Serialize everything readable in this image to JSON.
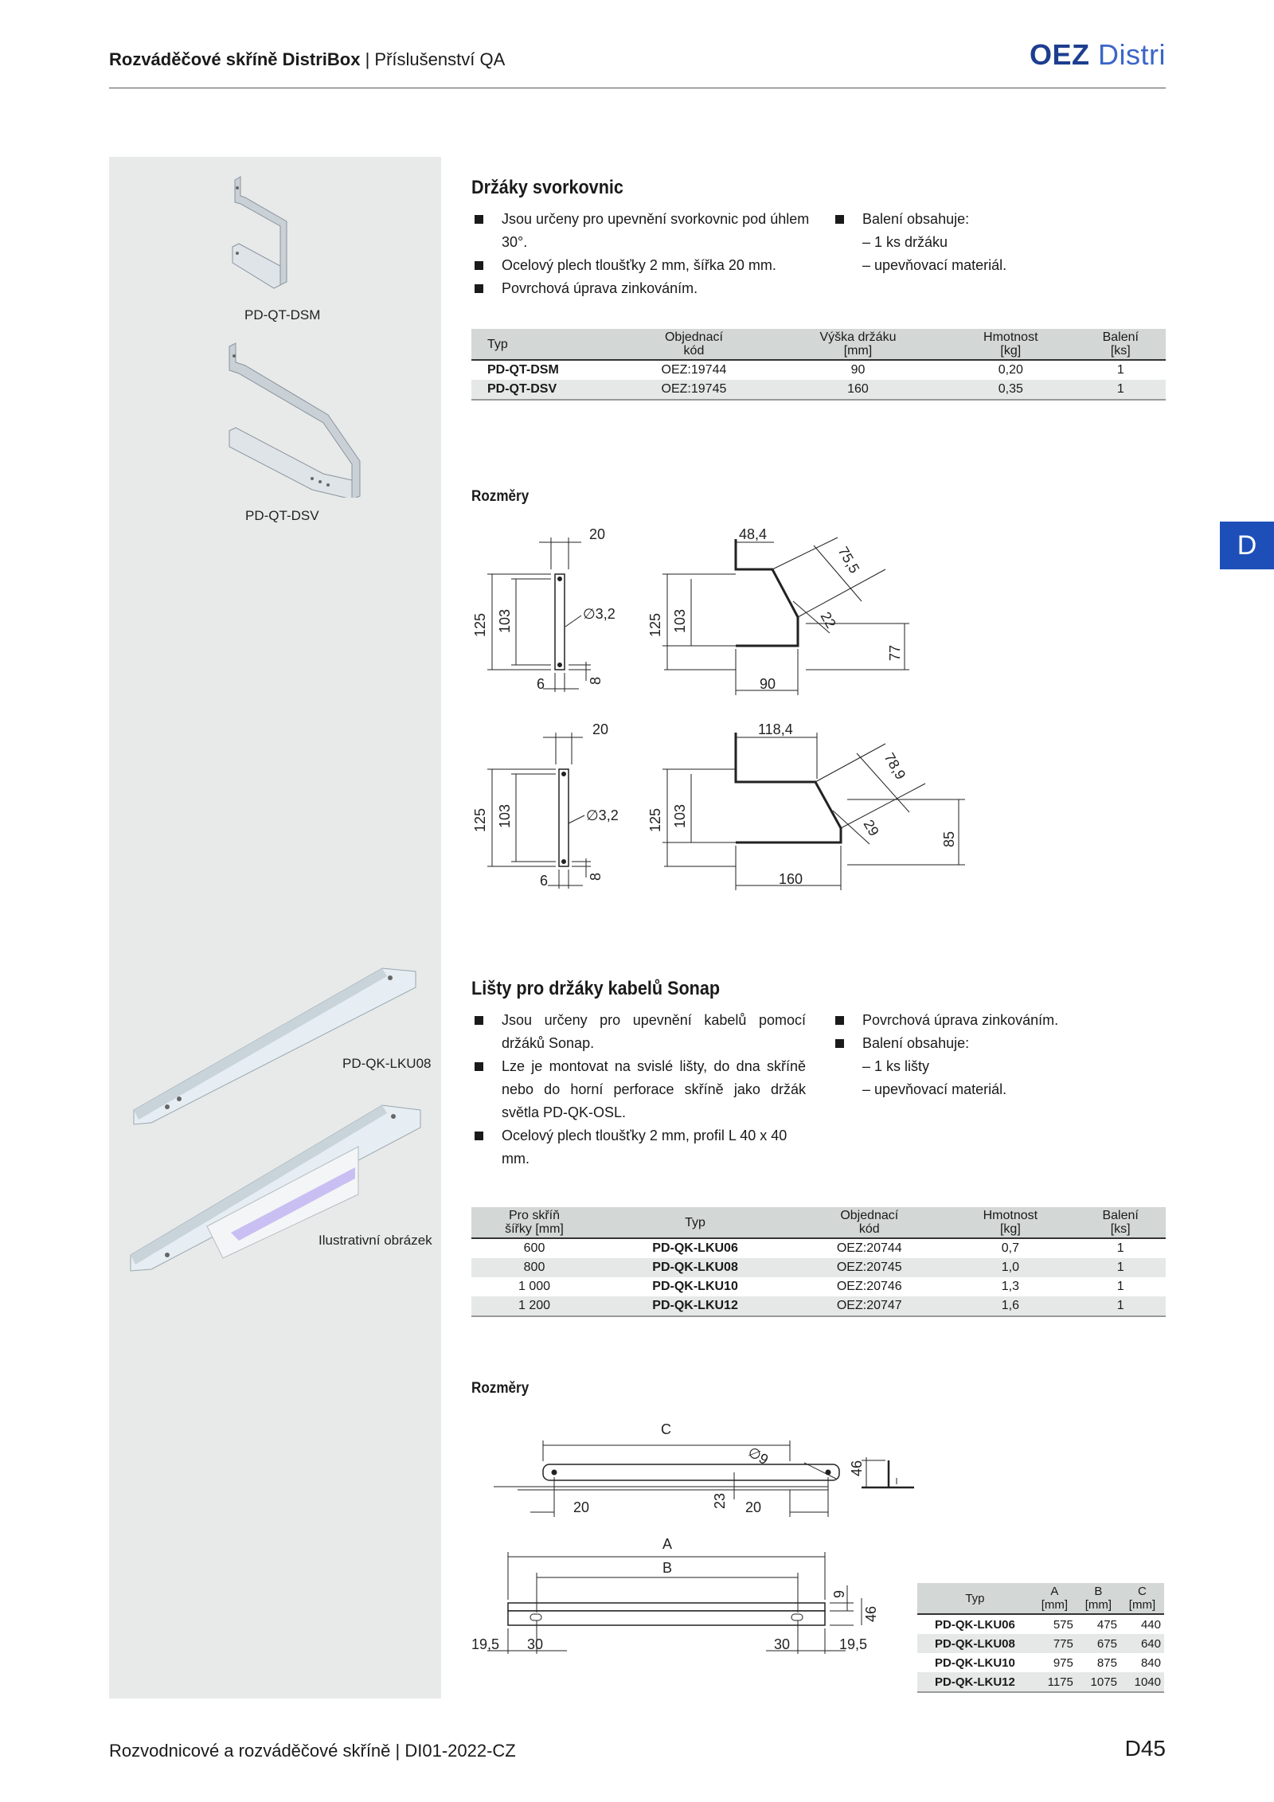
{
  "header": {
    "title_bold": "Rozváděčové skříně DistriBox",
    "separator": " | ",
    "title_rest": "Příslušenství QA",
    "logo_a": "OEZ",
    "logo_b": "Distri"
  },
  "side_tab": "D",
  "section1": {
    "heading": "Držáky svorkovnic",
    "bullets_left": [
      "Jsou určeny pro upevnění svorkovnic pod úhlem 30°.",
      "Ocelový plech tloušťky 2 mm, šířka 20 mm.",
      "Povrchová úprava zinkováním."
    ],
    "bullet_right": "Balení obsahuje:",
    "sub_right": [
      "– 1 ks držáku",
      "– upevňovací materiál."
    ],
    "captions": [
      "PD-QT-DSM",
      "PD-QT-DSV"
    ],
    "table": {
      "headers": [
        "Typ",
        "Objednací\nkód",
        "Výška držáku\n[mm]",
        "Hmotnost\n[kg]",
        "Balení\n[ks]"
      ],
      "rows": [
        [
          "PD-QT-DSM",
          "OEZ:19744",
          "90",
          "0,20",
          "1"
        ],
        [
          "PD-QT-DSV",
          "OEZ:19745",
          "160",
          "0,35",
          "1"
        ]
      ]
    },
    "dims_heading": "Rozměry",
    "dims1": {
      "w": "20",
      "h1": "125",
      "h2": "103",
      "hole": "∅3,2",
      "a": "6",
      "b": "8"
    },
    "dims2": {
      "top": "48,4",
      "diag": "75,5",
      "d2": "22",
      "right": "77",
      "h1": "125",
      "h2": "103",
      "bottom": "90"
    },
    "dims3": {
      "w": "20",
      "h1": "125",
      "h2": "103",
      "hole": "∅3,2",
      "a": "6",
      "b": "8"
    },
    "dims4": {
      "top": "118,4",
      "diag": "78,9",
      "d2": "29",
      "right": "85",
      "h1": "125",
      "h2": "103",
      "bottom": "160"
    }
  },
  "section2": {
    "heading": "Lišty pro držáky kabelů Sonap",
    "bullets_left": [
      "Jsou určeny pro upevnění kabelů pomocí držáků Sonap.",
      "Lze je montovat na svislé lišty, do dna skříně nebo do horní perforace skříně jako držák světla PD-QK-OSL.",
      "Ocelový plech tloušťky 2 mm, profil L 40 x 40 mm."
    ],
    "bullets_right": [
      "Povrchová úprava zinkováním.",
      "Balení obsahuje:"
    ],
    "sub_right": [
      "– 1 ks lišty",
      "– upevňovací materiál."
    ],
    "captions": [
      "PD-QK-LKU08",
      "Ilustrativní obrázek"
    ],
    "table": {
      "headers": [
        "Pro skříň\nšířky [mm]",
        "Typ",
        "Objednací\nkód",
        "Hmotnost\n[kg]",
        "Balení\n[ks]"
      ],
      "rows": [
        [
          "600",
          "PD-QK-LKU06",
          "OEZ:20744",
          "0,7",
          "1"
        ],
        [
          "800",
          "PD-QK-LKU08",
          "OEZ:20745",
          "1,0",
          "1"
        ],
        [
          "1 000",
          "PD-QK-LKU10",
          "OEZ:20746",
          "1,3",
          "1"
        ],
        [
          "1 200",
          "PD-QK-LKU12",
          "OEZ:20747",
          "1,6",
          "1"
        ]
      ]
    },
    "dims_heading": "Rozměry",
    "dims_top": {
      "c": "C",
      "hole": "∅9",
      "a": "20",
      "b": "20",
      "h": "23",
      "side": "46"
    },
    "dims_bottom": {
      "a": "A",
      "b": "B",
      "h": "9",
      "side": "46",
      "l1": "19,5",
      "l2": "30",
      "r1": "30",
      "r2": "19,5"
    },
    "abc_table": {
      "headers": [
        "Typ",
        "A\n[mm]",
        "B\n[mm]",
        "C\n[mm]"
      ],
      "rows": [
        [
          "PD-QK-LKU06",
          "575",
          "475",
          "440"
        ],
        [
          "PD-QK-LKU08",
          "775",
          "675",
          "640"
        ],
        [
          "PD-QK-LKU10",
          "975",
          "875",
          "840"
        ],
        [
          "PD-QK-LKU12",
          "1175",
          "1075",
          "1040"
        ]
      ]
    }
  },
  "footer": {
    "left": "Rozvodnicové a rozváděčové skříně | DI01-2022-CZ",
    "page": "D45"
  }
}
